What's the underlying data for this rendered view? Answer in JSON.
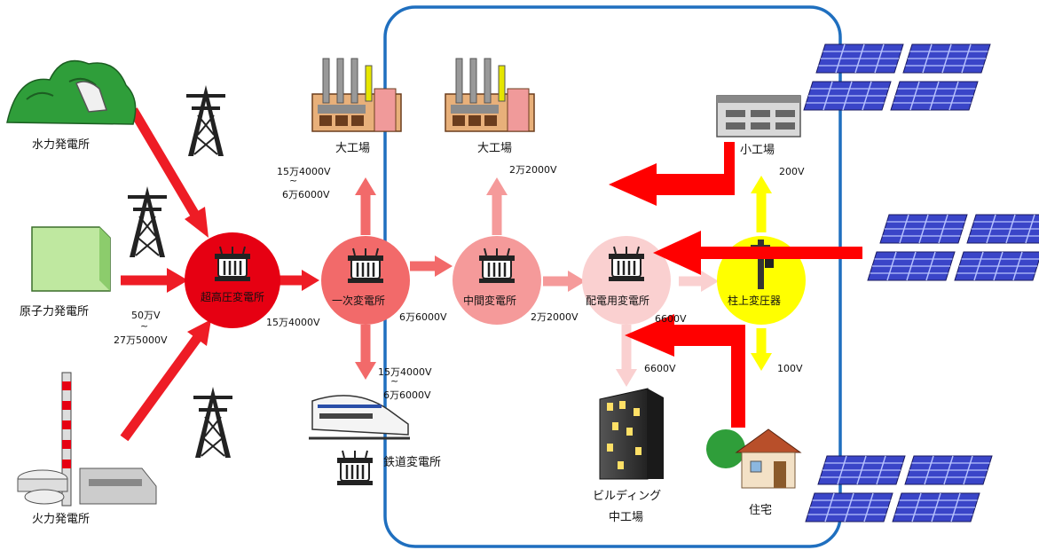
{
  "colors": {
    "frame": "#1f6fbf",
    "node_ultra": "#e60012",
    "node_primary": "#f26a6a",
    "node_mid": "#f59a9a",
    "node_dist": "#fad0d0",
    "node_pole": "#ffff00",
    "supply_arrow": "#ee1c25",
    "flow_arrow": "#f2a0a0",
    "reverse_arrow": "#ff0000",
    "solar": "#3a45c8"
  },
  "icons": [
    "mountain-dam-icon",
    "pylon-icon",
    "nuclear-plant-icon",
    "thermal-plant-icon",
    "transformer-icon",
    "factory-icon",
    "small-factory-icon",
    "train-icon",
    "building-icon",
    "house-icon",
    "solar-panel-icon"
  ],
  "plants": {
    "hydro": "水力発電所",
    "nuclear": "原子力発電所",
    "thermal": "火力発電所"
  },
  "substations": {
    "ultra_high": "超高圧変電所",
    "primary": "一次変電所",
    "intermediate": "中間変電所",
    "distribution": "配電用変電所",
    "pole": "柱上変圧器",
    "railway": "鉄道変電所"
  },
  "consumers": {
    "large_factory_1": "大工場",
    "large_factory_2": "大工場",
    "small_factory": "小工場",
    "building_line1": "ビルディング",
    "building_line2": "中工場",
    "house": "住宅"
  },
  "voltages": {
    "trans_a": "50万V",
    "trans_b": "27万5000V",
    "after_ultra": "15万4000V",
    "to_factory_a": "15万4000V",
    "to_factory_b": "6万6000V",
    "to_rail_a": "15万4000V",
    "to_rail_b": "6万6000V",
    "after_primary": "6万6000V",
    "factory2": "2万2000V",
    "after_intermediate": "2万2000V",
    "after_distribution": "6600V",
    "to_building": "6600V",
    "small_factory": "200V",
    "house": "100V"
  }
}
